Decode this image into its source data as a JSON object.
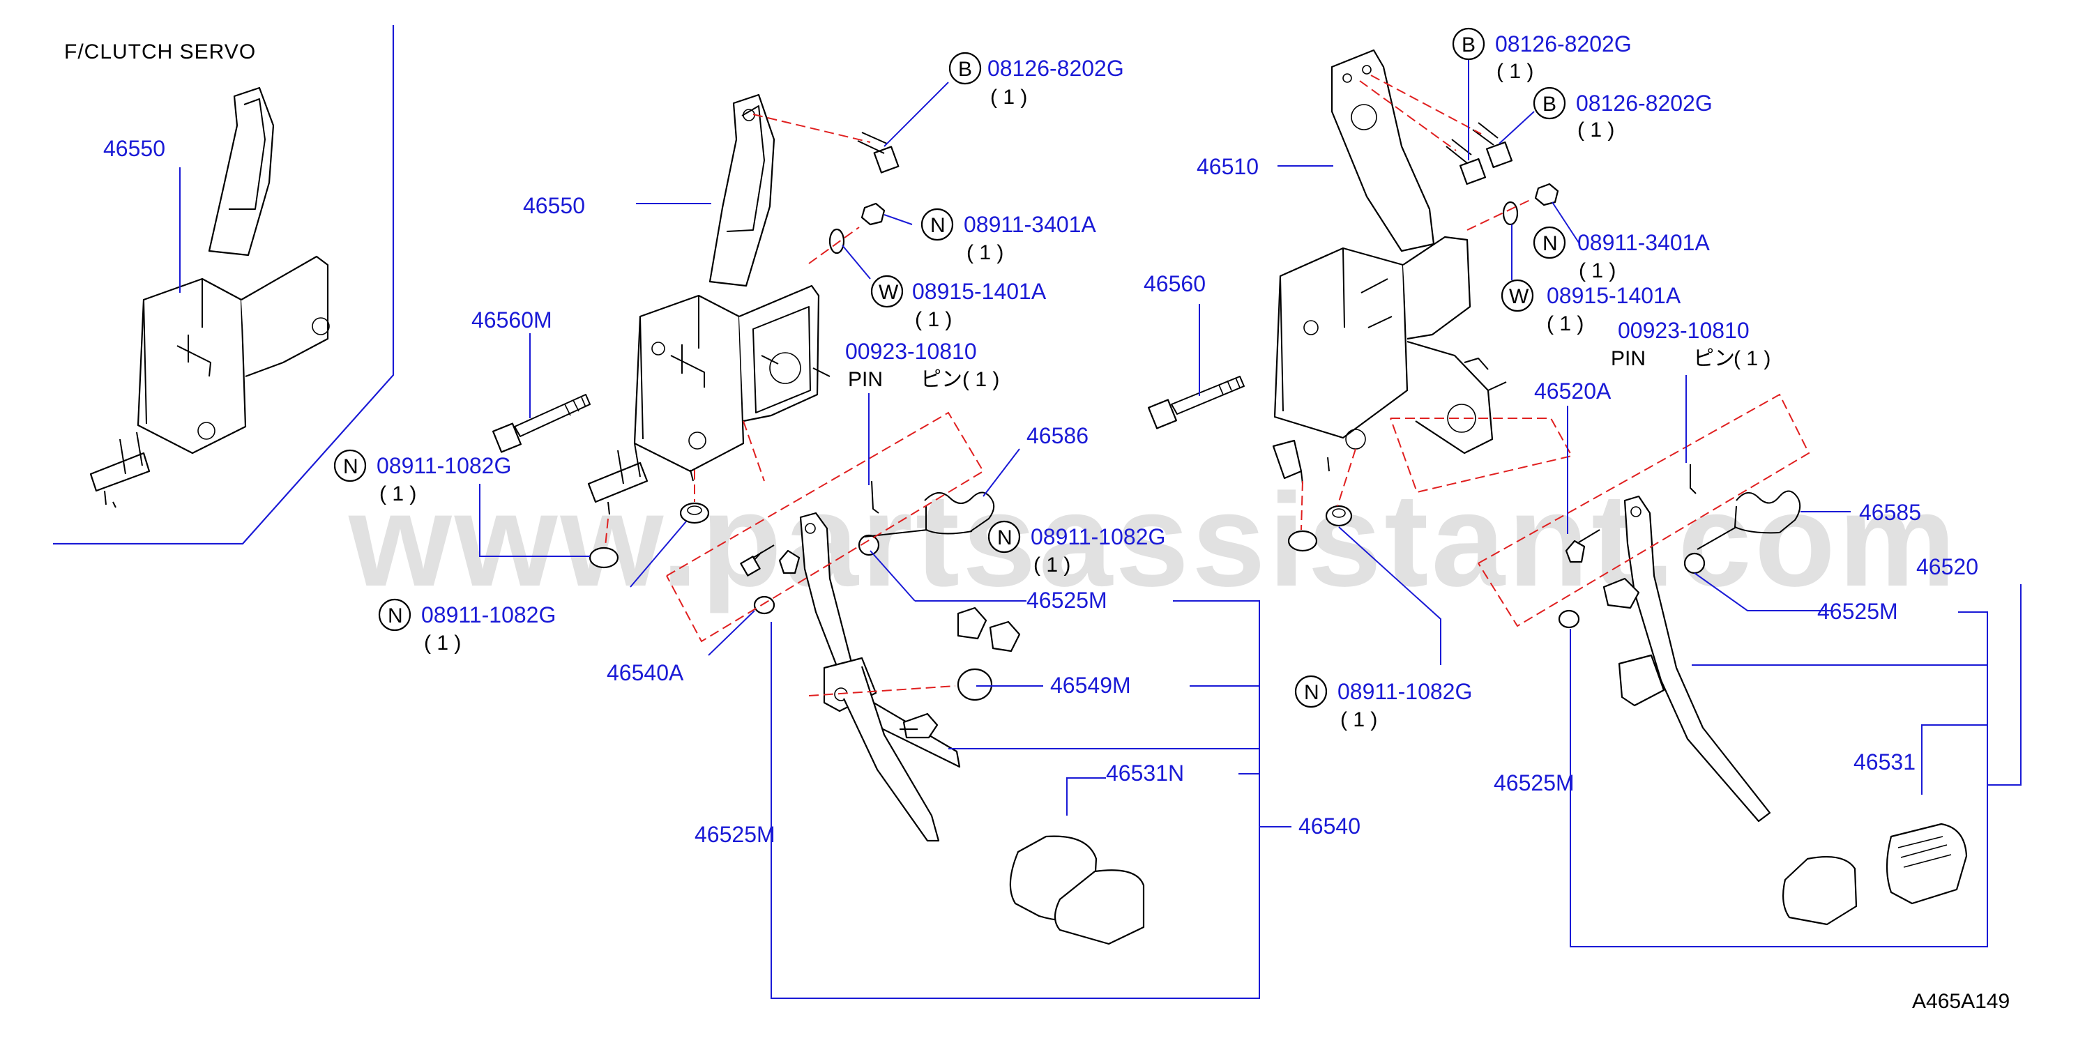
{
  "header": {
    "title": "F/CLUTCH   SERVO"
  },
  "figure_code": "A465A149",
  "watermark": "www.partsassistant.com",
  "japanese_pin": "ピン",
  "left": {
    "inset_bracket": "46550",
    "bracket": "46550",
    "bolt_b": {
      "badge": "B",
      "part": "08126-8202G",
      "qty": "( 1 )"
    },
    "nut_n_top": {
      "badge": "N",
      "part": "08911-3401A",
      "qty": "( 1 )"
    },
    "washer_w": {
      "badge": "W",
      "part": "08915-1401A",
      "qty": "( 1 )"
    },
    "pin": {
      "part": "00923-10810",
      "label": "PIN",
      "jp": "ピン",
      "qty": "( 1 )"
    },
    "bolt_long": "46560M",
    "nut_left1": {
      "badge": "N",
      "part": "08911-1082G",
      "qty": "( 1 )"
    },
    "nut_left2": {
      "badge": "N",
      "part": "08911-1082G",
      "qty": "( 1 )"
    },
    "spring": "46586",
    "nut_mid": {
      "badge": "N",
      "part": "08911-1082G",
      "qty": "( 1 )"
    },
    "bushing_top": "46525M",
    "bolt_pivot": "46540A",
    "stopper": "46549M",
    "pad": "46531N",
    "bushing_bottom": "46525M",
    "pedal_assy": "46540"
  },
  "right": {
    "bracket": "46510",
    "bolt_b1": {
      "badge": "B",
      "part": "08126-8202G",
      "qty": "( 1 )"
    },
    "bolt_b2": {
      "badge": "B",
      "part": "08126-8202G",
      "qty": "( 1 )"
    },
    "nut_n": {
      "badge": "N",
      "part": "08911-3401A",
      "qty": "( 1 )"
    },
    "washer_w": {
      "badge": "W",
      "part": "08915-1401A",
      "qty": "( 1 )"
    },
    "pin": {
      "part": "00923-10810",
      "label": "PIN",
      "jp": "ピン",
      "qty": "( 1 )"
    },
    "bolt_long": "46560",
    "bolt_pivot": "46520A",
    "spring": "46585",
    "pedal_assy": "46520",
    "bushing_top": "46525M",
    "nut_bottom": {
      "badge": "N",
      "part": "08911-1082G",
      "qty": "( 1 )"
    },
    "pad": "46531",
    "bushing_bottom": "46525M"
  }
}
